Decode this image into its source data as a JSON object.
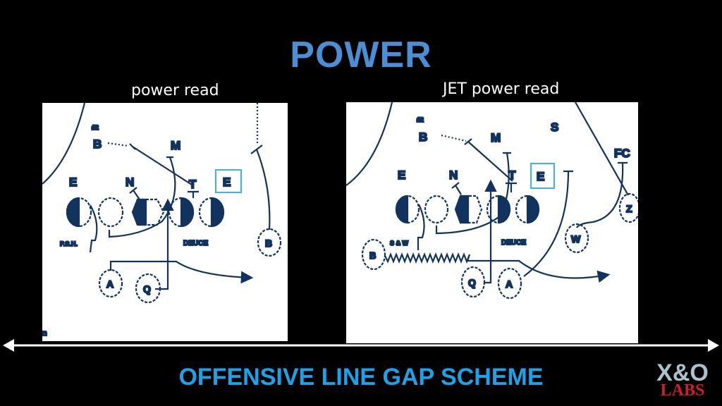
{
  "slide": {
    "title": "POWER",
    "left_caption": "power read",
    "right_caption": "JET power read",
    "bottom_label": "OFFENSIVE LINE GAP SCHEME",
    "logo": {
      "top": "X&O",
      "bottom": "LABS"
    }
  },
  "left_diagram": {
    "labels": {
      "num": "#2",
      "b_top": "B",
      "m": "M",
      "e_left": "E",
      "n": "N",
      "t": "T",
      "e_box": "E",
      "psh": "P.S.H.",
      "deuce": "DEUCE",
      "a": "A",
      "q": "Q",
      "b_right": "B",
      "corner": "n"
    }
  },
  "right_diagram": {
    "labels": {
      "num": "#2",
      "b_top": "B",
      "m": "M",
      "s": "S",
      "fc": "FC",
      "e_left": "E",
      "n": "N",
      "t": "T",
      "e_box": "E",
      "sw": "S & W",
      "deuce": "DEUCE",
      "b_left": "B",
      "q": "Q",
      "a": "A",
      "w": "W",
      "z": "Z"
    }
  },
  "colors": {
    "title": "#4a8fd6",
    "diagram": "#12335e",
    "highlight_box": "#3fb2e0",
    "bottom_label": "#1aa3e8",
    "logo_red": "#d21f26",
    "logo_gray": "#a9c3cc"
  }
}
